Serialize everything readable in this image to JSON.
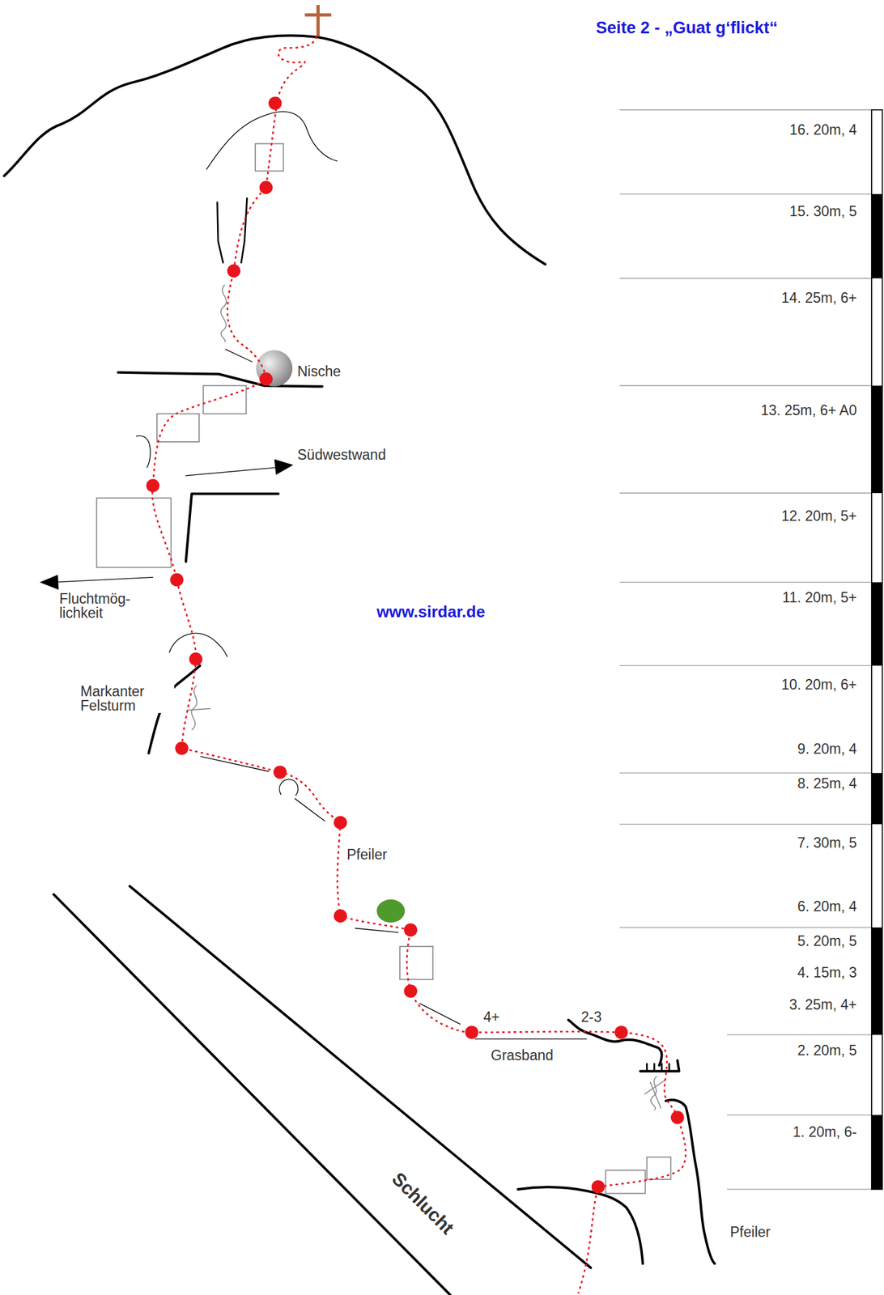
{
  "diagram": {
    "title": "Seite 2 - „Guat g‘flickt“",
    "labels": [
      "16. 20m, 4",
      "15. 30m, 5",
      "14. 25m, 6+",
      "13. 25m, 6+ A0",
      "12. 20m, 5+",
      "11. 20m, 5+",
      "10. 20m, 6+",
      "9. 20m, 4",
      "8. 25m, 4",
      "7. 30m, 5",
      "6. 20m, 4",
      "5. 20m, 5",
      "4. 15m, 3",
      "3. 25m, 4+",
      "2. 20m, 5",
      "1. 20m, 6-",
      "Nische",
      "Südwestwand",
      "Fluchtmög- lichkeit",
      "www.sirdar.de",
      "Markanter Felsturm",
      "Pfeiler",
      "4+",
      "2-3",
      "Grasband",
      "Schlucht",
      "Pfeiler"
    ]
  }
}
